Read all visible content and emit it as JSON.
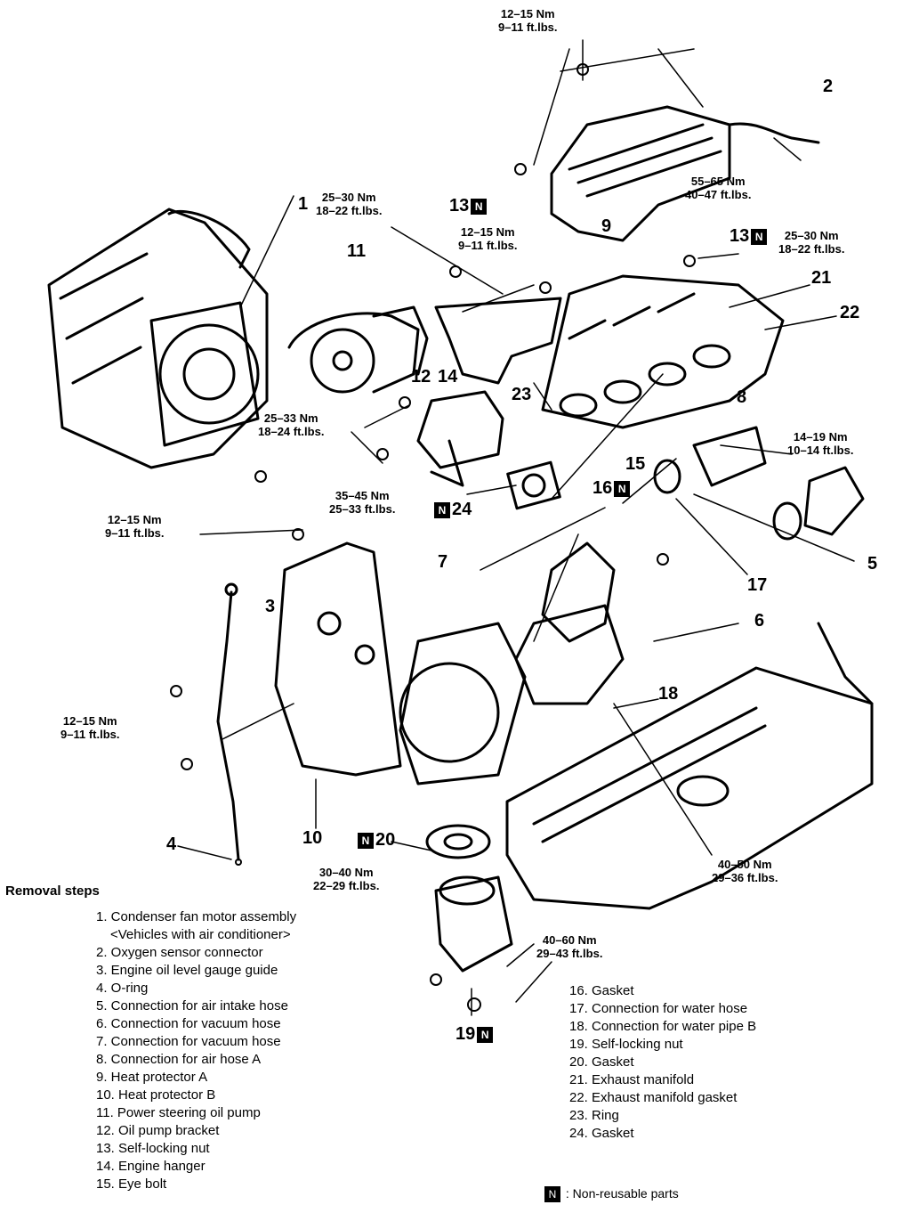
{
  "torques": {
    "t1": [
      "12–15 Nm",
      "9–11 ft.lbs."
    ],
    "t2": [
      "25–30 Nm",
      "18–22 ft.lbs."
    ],
    "t3": [
      "12–15 Nm",
      "9–11 ft.lbs."
    ],
    "t4": [
      "55–65 Nm",
      "40–47 ft.lbs."
    ],
    "t5": [
      "25–30 Nm",
      "18–22 ft.lbs."
    ],
    "t6": [
      "25–33 Nm",
      "18–24 ft.lbs."
    ],
    "t7": [
      "35–45 Nm",
      "25–33 ft.lbs."
    ],
    "t8": [
      "14–19 Nm",
      "10–14 ft.lbs."
    ],
    "t9": [
      "12–15 Nm",
      "9–11 ft.lbs."
    ],
    "t10": [
      "12–15 Nm",
      "9–11 ft.lbs."
    ],
    "t11": [
      "40–50 Nm",
      "29–36 ft.lbs."
    ],
    "t12": [
      "30–40 Nm",
      "22–29 ft.lbs."
    ],
    "t13": [
      "40–60 Nm",
      "29–43 ft.lbs."
    ]
  },
  "callouts": {
    "c1": "1",
    "c2": "2",
    "c3": "3",
    "c4": "4",
    "c5": "5",
    "c6": "6",
    "c7": "7",
    "c8": "8",
    "c9": "9",
    "c10": "10",
    "c11": "11",
    "c12": "12",
    "c13a": "13",
    "c13b": "13",
    "c14": "14",
    "c15": "15",
    "c16": "16",
    "c17": "17",
    "c18": "18",
    "c19": "19",
    "c20": "20",
    "c21": "21",
    "c22": "22",
    "c23": "23",
    "c24": "24"
  },
  "removal": {
    "title": "Removal steps",
    "left": [
      "1. Condenser fan motor assembly",
      "<Vehicles with air conditioner>",
      "2. Oxygen sensor connector",
      "3. Engine oil level gauge guide",
      "4. O-ring",
      "5. Connection for air intake hose",
      "6. Connection for vacuum hose",
      "7. Connection for vacuum hose",
      "8. Connection for air hose A",
      "9. Heat protector A",
      "10. Heat protector B",
      "11. Power steering oil pump",
      "12. Oil pump bracket",
      "13. Self-locking nut",
      "14. Engine hanger",
      "15. Eye bolt"
    ],
    "right": [
      "16. Gasket",
      "17. Connection for water hose",
      "18. Connection for water pipe B",
      "19. Self-locking nut",
      "20. Gasket",
      "21. Exhaust manifold",
      "22. Exhaust manifold gasket",
      "23. Ring",
      "24. Gasket"
    ]
  },
  "legend": {
    "symbol": "N",
    "text": ": Non-reusable parts"
  }
}
